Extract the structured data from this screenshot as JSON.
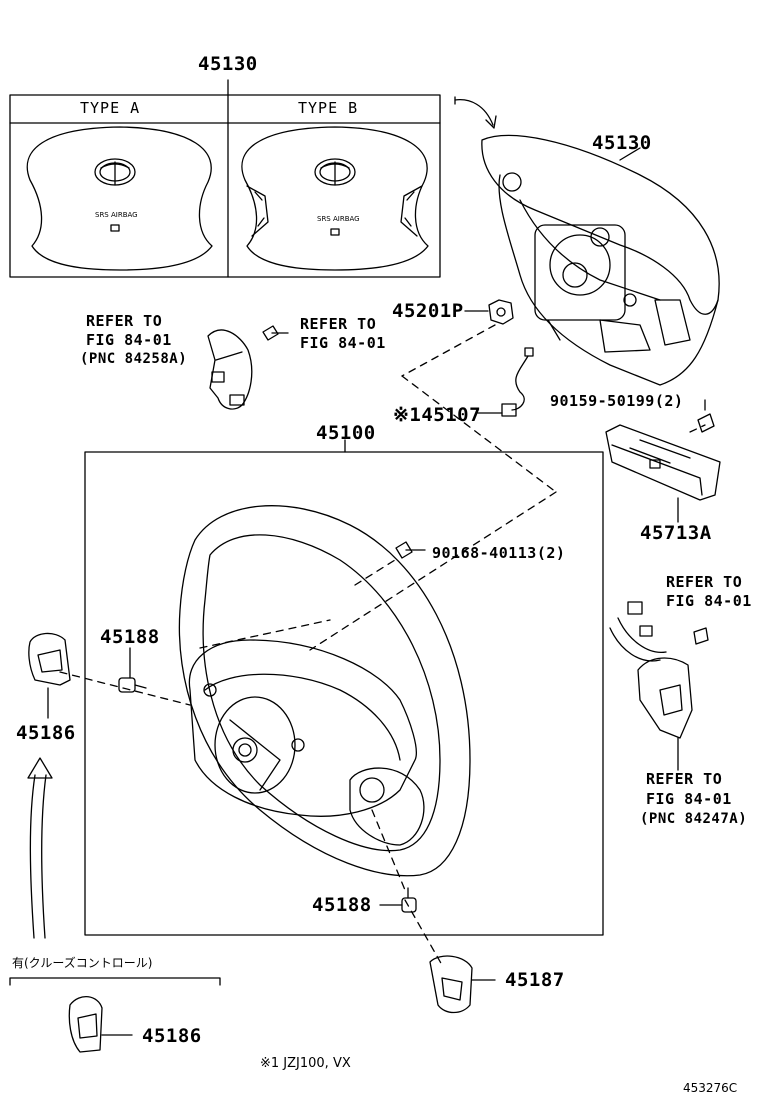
{
  "top_part": "45130",
  "type_a": "TYPE A",
  "type_b": "TYPE B",
  "pad_label": "SRS AIRBAG",
  "pad_part_right": "45130",
  "nut": "45201P",
  "spiral": "※145107",
  "bolt_right": "90159-50199(2)",
  "switch_right": "45713A",
  "wheel": "45100",
  "bolt_center": "90168-40113(2)",
  "screw_left": "45188",
  "cover_left": "45186",
  "screw_bottom": "45188",
  "cover_bottom": "45187",
  "cruise_header": "有(クルーズコントロール)",
  "cover_cruise": "45186",
  "footnote": "※1 JZJ100, VX",
  "figure_id": "453276C",
  "ref_left": {
    "l1": "REFER TO",
    "l2": "FIG 84-01",
    "l3": "(PNC 84258A)"
  },
  "ref_mid": {
    "l1": "REFER TO",
    "l2": "FIG 84-01"
  },
  "ref_right_top": {
    "l1": "REFER TO",
    "l2": "FIG 84-01"
  },
  "ref_right_bottom": {
    "l1": "REFER TO",
    "l2": "FIG 84-01",
    "l3": "(PNC 84247A)"
  }
}
